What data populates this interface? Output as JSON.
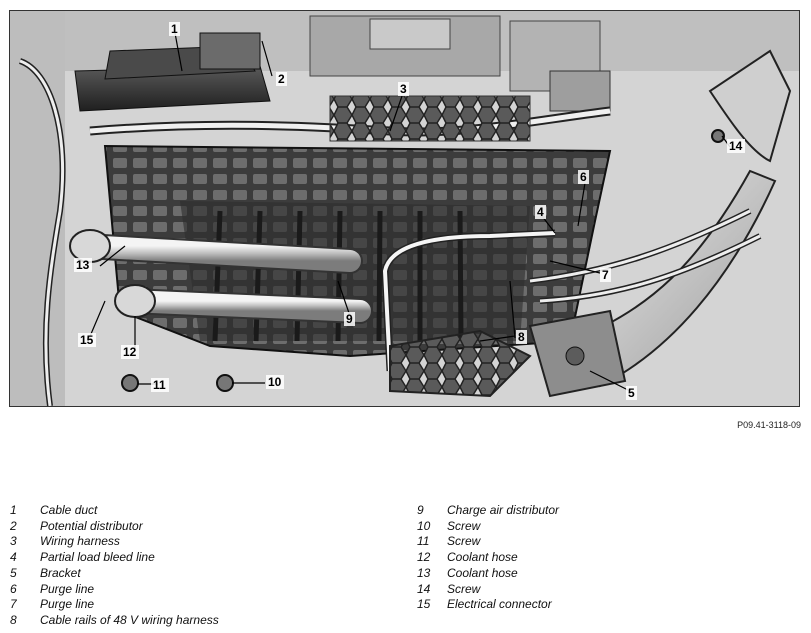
{
  "figure": {
    "image_id": "P09.41-3118-09"
  },
  "legend": [
    {
      "num": "1",
      "label": "Cable duct"
    },
    {
      "num": "2",
      "label": "Potential distributor"
    },
    {
      "num": "3",
      "label": "Wiring harness"
    },
    {
      "num": "4",
      "label": "Partial load bleed line"
    },
    {
      "num": "5",
      "label": "Bracket"
    },
    {
      "num": "6",
      "label": "Purge line"
    },
    {
      "num": "7",
      "label": "Purge line"
    },
    {
      "num": "8",
      "label": "Cable rails of 48 V wiring harness"
    },
    {
      "num": "9",
      "label": "Charge air distributor"
    },
    {
      "num": "10",
      "label": "Screw"
    },
    {
      "num": "11",
      "label": "Screw"
    },
    {
      "num": "12",
      "label": "Coolant hose"
    },
    {
      "num": "13",
      "label": "Coolant hose"
    },
    {
      "num": "14",
      "label": "Screw"
    },
    {
      "num": "15",
      "label": "Electrical connector"
    }
  ],
  "callouts": [
    "1",
    "2",
    "3",
    "4",
    "5",
    "6",
    "7",
    "8",
    "9",
    "10",
    "11",
    "12",
    "13",
    "14",
    "15"
  ]
}
